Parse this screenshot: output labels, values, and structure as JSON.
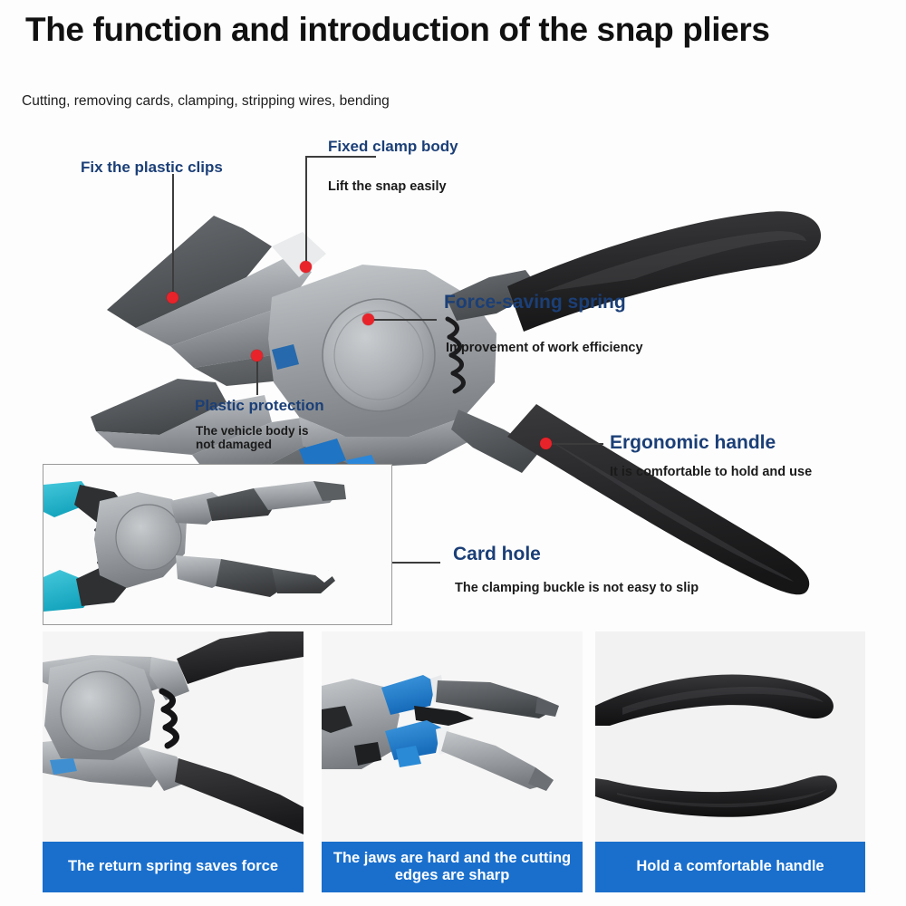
{
  "header": {
    "title": "The function and introduction of the snap pliers",
    "subtitle": "Cutting, removing cards, clamping, stripping wires, bending"
  },
  "colors": {
    "label_heading": "#1b3f77",
    "label_sub": "#1a1a1a",
    "marker_dot": "#e8232a",
    "caption_bar": "#1a6fcc",
    "leader_line": "#3c3c3c",
    "steel": "#9ea2a6",
    "handle_black": "#2b2b2d",
    "plastic_blue": "#1f74c4",
    "inset_handle_cyan": "#1ab2c8",
    "inset_border": "#9a9a9a",
    "background": "#fdfdfd"
  },
  "annotations": [
    {
      "id": "fix-the-plastic-clips",
      "heading": "Fix the plastic clips",
      "sub": "",
      "sub2": ""
    },
    {
      "id": "fixed-clamp-body",
      "heading": "Fixed clamp body",
      "sub": "Lift the snap easily",
      "sub2": ""
    },
    {
      "id": "force-saving-spring",
      "heading": "Force-saving spring",
      "sub": "Improvement of work efficiency",
      "sub2": ""
    },
    {
      "id": "plastic-protection",
      "heading": "Plastic protection",
      "sub": "The vehicle body is",
      "sub2": "not damaged"
    },
    {
      "id": "ergonomic-handle",
      "heading": "Ergonomic handle",
      "sub": "It is comfortable to hold and use",
      "sub2": ""
    },
    {
      "id": "card-hole",
      "heading": "Card hole",
      "sub": "The clamping buckle is not easy to slip",
      "sub2": ""
    }
  ],
  "panels": [
    {
      "id": "panel-1",
      "caption": "The return spring saves force",
      "subject": "pivot-and-return-spring-closeup"
    },
    {
      "id": "panel-2",
      "caption": "The jaws are hard and the cutting edges are sharp",
      "subject": "open-jaws-with-blue-plastic-covers"
    },
    {
      "id": "panel-3",
      "caption": "Hold a comfortable handle",
      "subject": "black-rubber-handle-tips"
    }
  ],
  "inset": {
    "id": "inset-photo",
    "subject": "snap-pliers-side-view-with-cyan-handles"
  },
  "main_illustration": {
    "id": "main-pliers-illustration",
    "subject": "snap-pliers-full-view-with-callouts"
  }
}
